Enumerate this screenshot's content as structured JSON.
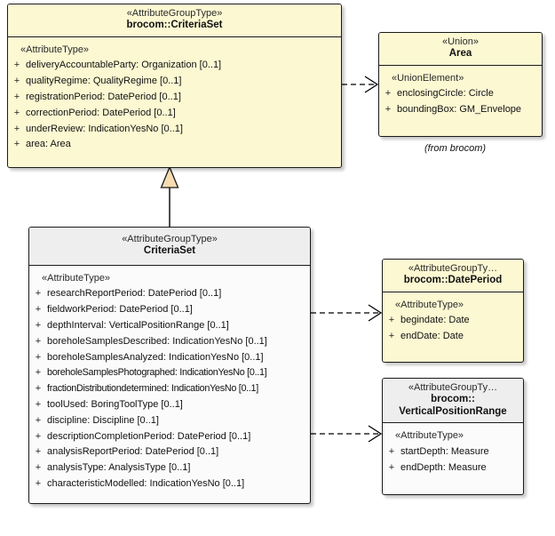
{
  "diagram": {
    "type": "uml-class-diagram",
    "background": "#ffffff",
    "colors": {
      "class_fill_yellow": "#fcf8d2",
      "class_fill_grey": "#fbfbfb",
      "header_fill_grey": "#eeeeee",
      "border": "#1a1a1a",
      "generalization_arrow_fill": "#f5dcb1",
      "connector_line": "#000000"
    }
  },
  "classes": {
    "brocom_criteriaset": {
      "stereotype": "«AttributeGroupType»",
      "name": "brocom::CriteriaSet",
      "compartment_stereotype": "«AttributeType»",
      "attributes": [
        {
          "visibility": "+",
          "text": "deliveryAccountableParty: Organization [0..1]"
        },
        {
          "visibility": "+",
          "text": "qualityRegime: QualityRegime [0..1]"
        },
        {
          "visibility": "+",
          "text": "registrationPeriod: DatePeriod [0..1]"
        },
        {
          "visibility": "+",
          "text": "correctionPeriod: DatePeriod [0..1]"
        },
        {
          "visibility": "+",
          "text": "underReview: IndicationYesNo [0..1]"
        },
        {
          "visibility": "+",
          "text": "area: Area"
        }
      ]
    },
    "area": {
      "stereotype": "«Union»",
      "name": "Area",
      "compartment_stereotype": "«UnionElement»",
      "attributes": [
        {
          "visibility": "+",
          "text": "enclosingCircle: Circle"
        },
        {
          "visibility": "+",
          "text": "boundingBox: GM_Envelope"
        }
      ],
      "from_note": "(from brocom)"
    },
    "criteriaset": {
      "stereotype": "«AttributeGroupType»",
      "name": "CriteriaSet",
      "compartment_stereotype": "«AttributeType»",
      "attributes": [
        {
          "visibility": "+",
          "text": "researchReportPeriod: DatePeriod [0..1]"
        },
        {
          "visibility": "+",
          "text": "fieldworkPeriod: DatePeriod [0..1]"
        },
        {
          "visibility": "+",
          "text": "depthInterval: VerticalPositionRange [0..1]"
        },
        {
          "visibility": "+",
          "text": "boreholeSamplesDescribed: IndicationYesNo [0..1]"
        },
        {
          "visibility": "+",
          "text": "boreholeSamplesAnalyzed: IndicationYesNo [0..1]"
        },
        {
          "visibility": "+",
          "text": "boreholeSamplesPhotographed: IndicationYesNo [0..1]"
        },
        {
          "visibility": "+",
          "text": "fractionDistributiondetermined: IndicationYesNo [0..1]"
        },
        {
          "visibility": "+",
          "text": "toolUsed: BoringToolType [0..1]"
        },
        {
          "visibility": "+",
          "text": "discipline: Discipline [0..1]"
        },
        {
          "visibility": "+",
          "text": "descriptionCompletionPeriod: DatePeriod [0..1]"
        },
        {
          "visibility": "+",
          "text": "analysisReportPeriod: DatePeriod [0..1]"
        },
        {
          "visibility": "+",
          "text": "analysisType: AnalysisType [0..1]"
        },
        {
          "visibility": "+",
          "text": "characteristicModelled: IndicationYesNo [0..1]"
        }
      ]
    },
    "brocom_dateperiod": {
      "stereotype": "«AttributeGroupTy…",
      "name": "brocom::DatePeriod",
      "compartment_stereotype": "«AttributeType»",
      "attributes": [
        {
          "visibility": "+",
          "text": "begindate: Date"
        },
        {
          "visibility": "+",
          "text": "endDate: Date"
        }
      ]
    },
    "brocom_verticalpositionrange": {
      "stereotype": "«AttributeGroupTy…",
      "name": "brocom::\nVerticalPositionRange",
      "name_line1": "brocom::",
      "name_line2": "VerticalPositionRange",
      "compartment_stereotype": "«AttributeType»",
      "attributes": [
        {
          "visibility": "+",
          "text": "startDepth: Measure"
        },
        {
          "visibility": "+",
          "text": "endDepth: Measure"
        }
      ]
    }
  },
  "connectors": [
    {
      "name": "generalization-criteriaset-to-brocom-criteriaset",
      "kind": "generalization",
      "from": "criteriaset",
      "to": "brocom_criteriaset",
      "style": "solid-line-hollow-triangle"
    },
    {
      "name": "dependency-brocom-criteriaset-to-area",
      "kind": "dependency",
      "from": "brocom_criteriaset",
      "to": "area",
      "style": "dashed-line-open-arrow"
    },
    {
      "name": "dependency-criteriaset-to-dateperiod",
      "kind": "dependency",
      "from": "criteriaset",
      "to": "brocom_dateperiod",
      "style": "dashed-line-open-arrow"
    },
    {
      "name": "dependency-criteriaset-to-verticalpositionrange",
      "kind": "dependency",
      "from": "criteriaset",
      "to": "brocom_verticalpositionrange",
      "style": "dashed-line-open-arrow"
    }
  ]
}
